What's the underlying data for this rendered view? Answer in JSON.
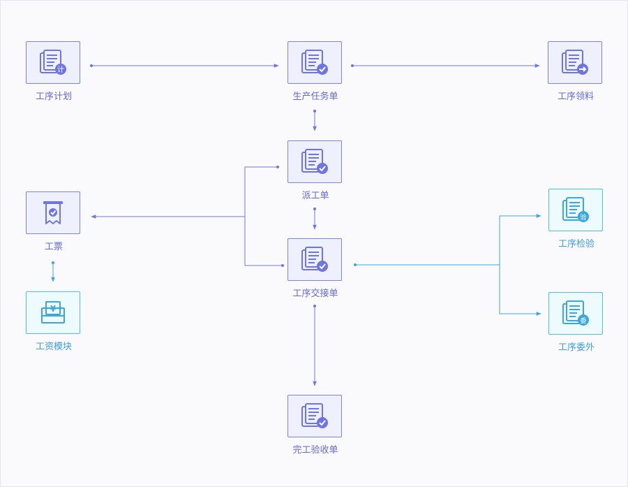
{
  "colors": {
    "purple": "#6E74E3",
    "teal": "#3AA6DD",
    "purple_fill": "#EFF0FD",
    "teal_fill": "#EEFBFE"
  },
  "nodes": {
    "process_plan": {
      "label": "工序计划",
      "icon": "document-plan-icon",
      "badge": "计"
    },
    "production_task": {
      "label": "生产任务单",
      "icon": "document-check-icon"
    },
    "material_issue": {
      "label": "工序领料",
      "icon": "document-arrow-icon"
    },
    "dispatch_order": {
      "label": "派工单",
      "icon": "document-check-icon"
    },
    "work_ticket": {
      "label": "工票",
      "icon": "ticket-icon"
    },
    "wage_module": {
      "label": "工资模块",
      "icon": "yen-wallet-icon",
      "badge": "¥"
    },
    "process_handover": {
      "label": "工序交接单",
      "icon": "document-check-icon"
    },
    "process_inspection": {
      "label": "工序检验",
      "icon": "document-inspect-icon",
      "badge": "验"
    },
    "process_outsource": {
      "label": "工序委外",
      "icon": "document-outsource-icon",
      "badge": "委"
    },
    "completion_acceptance": {
      "label": "完工验收单",
      "icon": "document-check-icon"
    }
  }
}
